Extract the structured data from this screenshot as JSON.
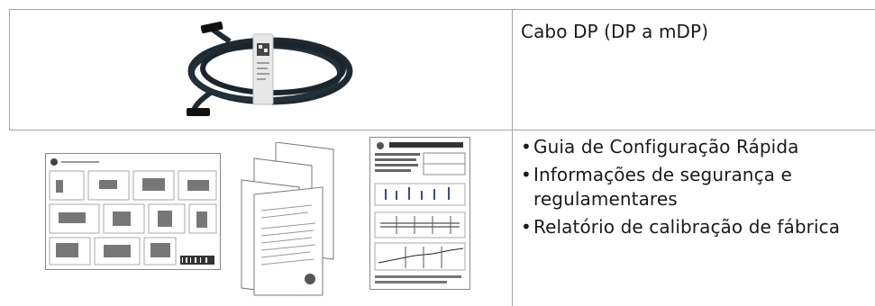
{
  "rows": [
    {
      "image": "dp-to-mdp-cable-icon",
      "text": "Cabo DP (DP a mDP)"
    },
    {
      "images": [
        "quick-setup-guide-icon",
        "safety-regulatory-leaflet-icon",
        "calibration-report-icon"
      ],
      "items": [
        "Guia de Configuração Rápida",
        "Informações de segurança e regulamentares",
        "Relatório de calibração de fábrica"
      ]
    }
  ],
  "colors": {
    "rule": "#a6a6a6",
    "cable": "#1e2a33",
    "label": "#e8e8e8"
  }
}
